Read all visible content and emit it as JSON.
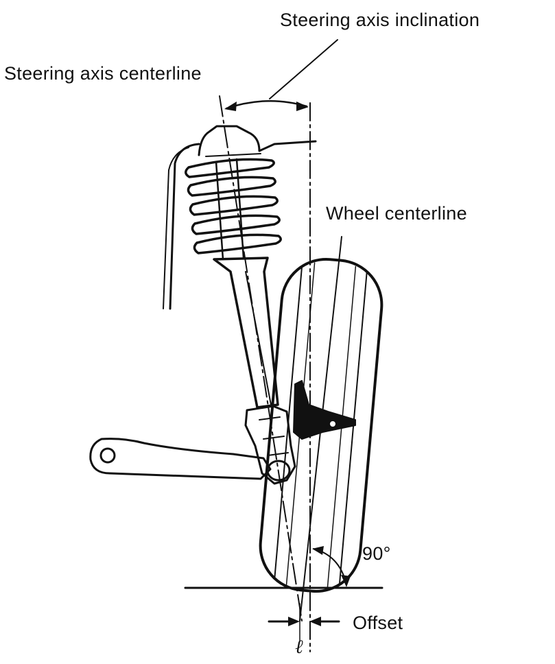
{
  "diagram": {
    "labels": {
      "steering_axis_inclination": "Steering axis inclination",
      "steering_axis_centerline": "Steering axis centerline",
      "wheel_centerline": "Wheel centerline",
      "angle": "90°",
      "offset": "Offset",
      "offset_symbol": "ℓ"
    },
    "colors": {
      "ink": "#111111",
      "paper": "#ffffff"
    }
  }
}
